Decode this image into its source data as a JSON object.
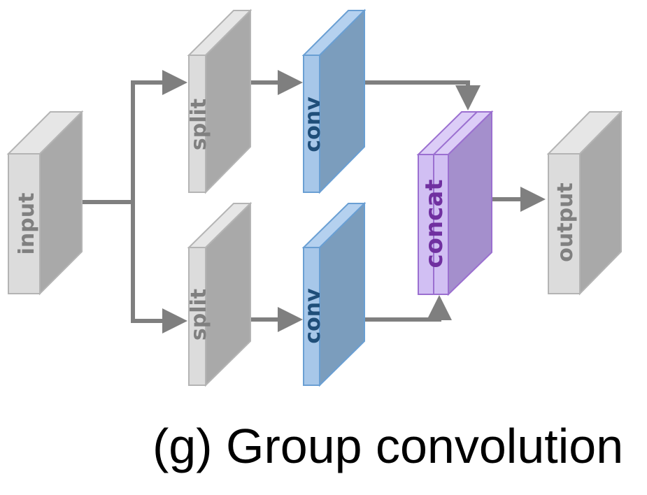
{
  "diagram": {
    "caption": "(g) Group convolution",
    "blocks": {
      "input": {
        "label": "input"
      },
      "split_top": {
        "label": "split"
      },
      "split_bottom": {
        "label": "split"
      },
      "conv_top": {
        "label": "conv"
      },
      "conv_bottom": {
        "label": "conv"
      },
      "concat": {
        "label": "concat"
      },
      "output": {
        "label": "output"
      }
    },
    "colors": {
      "gray_front": "#dcdcdc",
      "gray_side": "#a9a9a9",
      "gray_top": "#e6e6e6",
      "gray_stroke": "#b4b4b4",
      "gray_text": "#808080",
      "blue_front": "#a7c7e9",
      "blue_side": "#7b9dbd",
      "blue_top": "#b5d1ef",
      "blue_stroke": "#6a9fd3",
      "blue_text": "#1f4e79",
      "purple_front": "#d1bff3",
      "purple_side": "#a48fcc",
      "purple_top": "#dccdf7",
      "purple_stroke": "#9b6fd0",
      "purple_text": "#7030a0",
      "arrow": "#7f7f7f"
    },
    "edges": [
      {
        "from": "input",
        "to": "split_top"
      },
      {
        "from": "input",
        "to": "split_bottom"
      },
      {
        "from": "split_top",
        "to": "conv_top"
      },
      {
        "from": "split_bottom",
        "to": "conv_bottom"
      },
      {
        "from": "conv_top",
        "to": "concat"
      },
      {
        "from": "conv_bottom",
        "to": "concat"
      },
      {
        "from": "concat",
        "to": "output"
      }
    ]
  }
}
